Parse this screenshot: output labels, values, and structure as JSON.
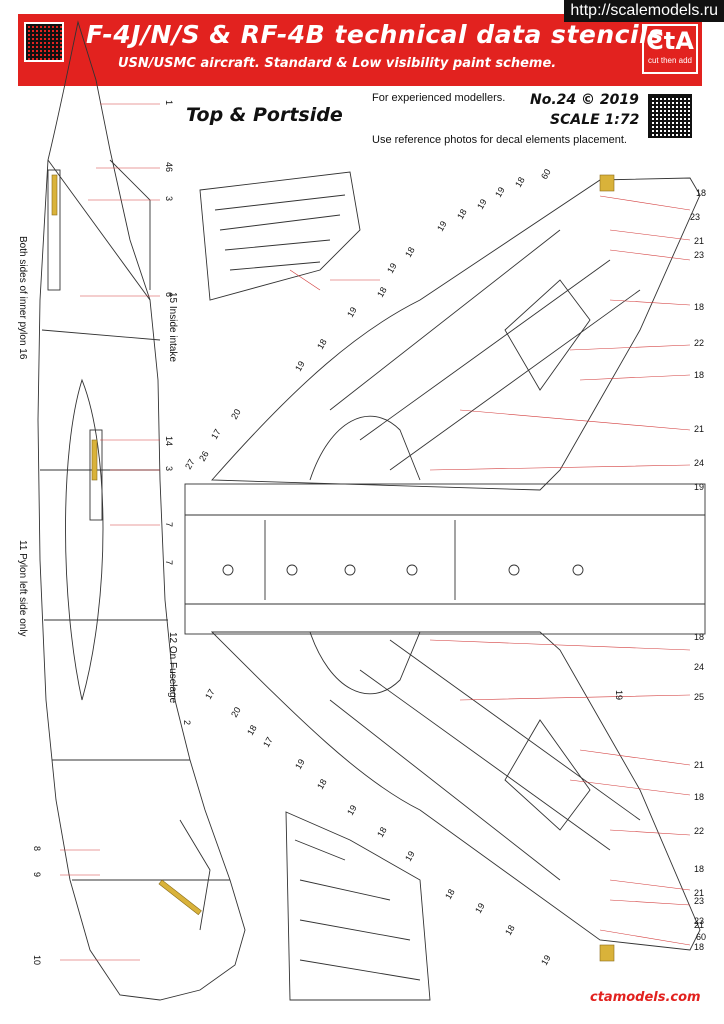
{
  "header": {
    "title": "F-4J/N/S & RF-4B technical data stencils",
    "subtitle": "USN/USMC aircraft. Standard & Low visibility paint scheme.",
    "brand_big": "CtA",
    "brand_small": "cut then add",
    "watermark": "http://scalemodels.ru"
  },
  "info": {
    "view_title": "Top & Portside",
    "experienced": "For experienced modellers.",
    "number": "No.24 © 2019",
    "scale": "SCALE 1:72",
    "use_reference": "Use reference photos for decal elements placement."
  },
  "notes": {
    "pylon_inner": "Both sides of inner pylon 16",
    "inside_intake": "15 Inside intake",
    "pylon_left": "11 Pylon left side only",
    "on_fuselage": "12 On Fuselage"
  },
  "side_callouts": [
    "1",
    "46",
    "3",
    "6",
    "14",
    "3",
    "7",
    "7",
    "2",
    "8",
    "9",
    "10"
  ],
  "upper_wing_callouts": [
    "60",
    "18",
    "19",
    "19",
    "18",
    "19",
    "18",
    "19",
    "18",
    "19",
    "18",
    "19",
    "20",
    "17",
    "26",
    "27",
    "18",
    "23",
    "21",
    "23",
    "18",
    "22",
    "18",
    "21",
    "24",
    "19"
  ],
  "lower_wing_callouts": [
    "17",
    "20",
    "18",
    "17",
    "19",
    "18",
    "19",
    "18",
    "19",
    "18",
    "19",
    "18",
    "19",
    "60",
    "18",
    "24",
    "19",
    "25",
    "21",
    "18",
    "22",
    "18",
    "21",
    "23",
    "21",
    "18",
    "23"
  ],
  "footer": {
    "url": "ctamodels.com"
  },
  "colors": {
    "brand_red": "#e2221f",
    "leader_line": "#d23a3a",
    "line_art": "#333333",
    "stencil_yellow": "#d9b23a"
  }
}
